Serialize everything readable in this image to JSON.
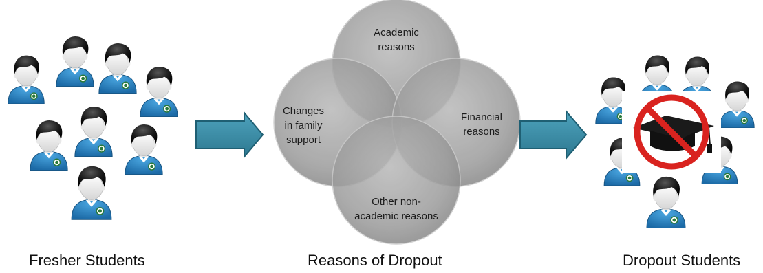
{
  "groups": {
    "fresher": {
      "label": "Fresher Students"
    },
    "reasons": {
      "label": "Reasons of Dropout"
    },
    "dropout": {
      "label": "Dropout Students"
    }
  },
  "reasons": {
    "academic": [
      "Academic",
      "reasons"
    ],
    "financial": [
      "Financial",
      "reasons"
    ],
    "other": [
      "Other non-",
      "academic reasons"
    ],
    "family": [
      "Changes",
      "in family",
      "support"
    ]
  },
  "colors": {
    "arrow_fill": "#3a8ba3",
    "arrow_stroke": "#1f5f73",
    "shirt": "#2b86c5",
    "hair": "#1a1a1a",
    "skin": "#f2f2f2",
    "circle_fill": "#9a9a9a",
    "prohibit_red": "#d9231f"
  },
  "icons": {
    "student": "student-avatar-icon",
    "badge": "school-badge-icon",
    "no_graduation": "no-graduation-cap-icon",
    "flow_arrow": "flow-arrow-icon"
  }
}
